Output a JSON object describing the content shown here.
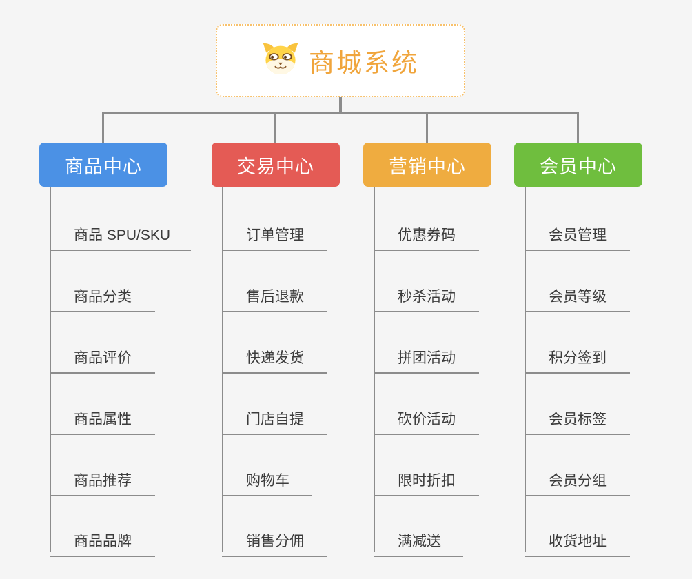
{
  "root": {
    "title": "商城系统",
    "icon": "dog-face-icon"
  },
  "branches": [
    {
      "label": "商品中心",
      "color": "#4B91E5",
      "items": [
        "商品 SPU/SKU",
        "商品分类",
        "商品评价",
        "商品属性",
        "商品推荐",
        "商品品牌"
      ]
    },
    {
      "label": "交易中心",
      "color": "#E45B55",
      "items": [
        "订单管理",
        "售后退款",
        "快递发货",
        "门店自提",
        "购物车",
        "销售分佣"
      ]
    },
    {
      "label": "营销中心",
      "color": "#EFAC40",
      "items": [
        "优惠券码",
        "秒杀活动",
        "拼团活动",
        "砍价活动",
        "限时折扣",
        "满减送"
      ]
    },
    {
      "label": "会员中心",
      "color": "#6FBE3E",
      "items": [
        "会员管理",
        "会员等级",
        "积分签到",
        "会员标签",
        "会员分组",
        "收货地址"
      ]
    }
  ],
  "colors": {
    "background": "#F5F5F5",
    "connector": "#8C8C8C",
    "root_accent": "#F0A53C",
    "root_border": "#F8C16B",
    "item_text": "#3C3C3C"
  }
}
